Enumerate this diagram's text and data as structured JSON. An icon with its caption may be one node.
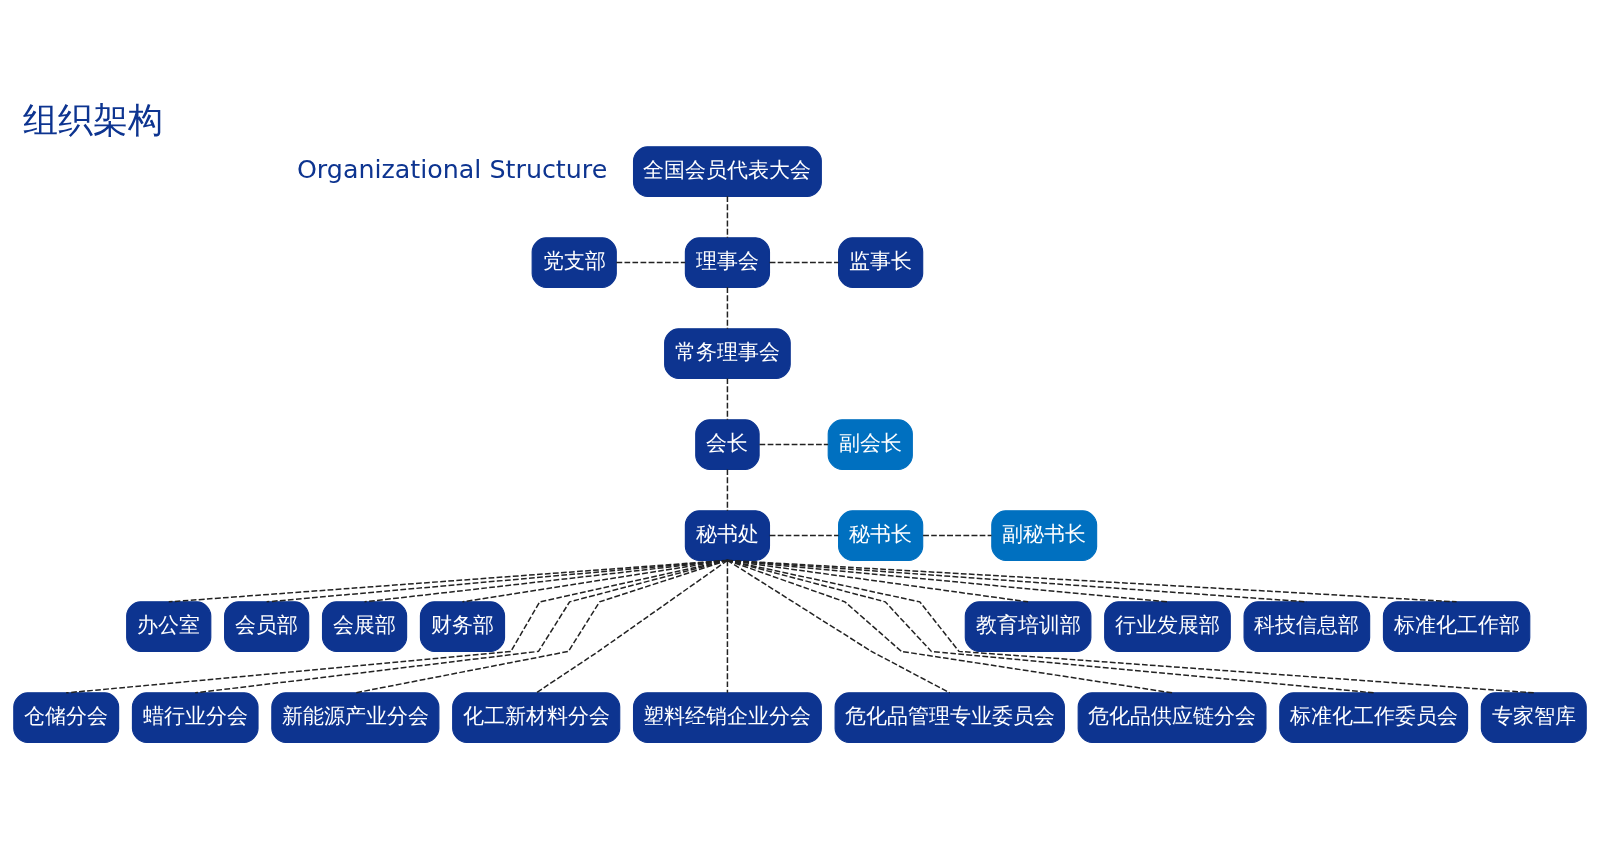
{
  "diagram": {
    "title": "组织架构",
    "nodes": [
      {
        "text": [
          "全国会员代表大会"
        ]
      },
      {
        "text": [
          "党支部"
        ]
      },
      {
        "text": [
          "理事会"
        ]
      },
      {
        "text": [
          "监事长"
        ]
      },
      {
        "text": [
          "常务理事会"
        ]
      },
      {
        "text": [
          "会长"
        ]
      },
      {
        "text": [
          "副会长"
        ]
      },
      {
        "text": [
          "秘书处"
        ]
      },
      {
        "text": [
          "秘书长"
        ]
      },
      {
        "text": [
          "副秘书长"
        ]
      },
      {
        "text": [
          "办公室"
        ]
      },
      {
        "text": [
          "会员部"
        ]
      },
      {
        "text": [
          "会展部"
        ]
      },
      {
        "text": [
          "财务部"
        ]
      },
      {
        "text": [
          "教育培训部"
        ]
      },
      {
        "text": [
          "行业发展部"
        ]
      },
      {
        "text": [
          "科技信息部"
        ]
      },
      {
        "text": [
          "标准化工作部"
        ]
      },
      {
        "text": [
          "仓储分会"
        ]
      },
      {
        "text": [
          "蜡行业分会"
        ]
      },
      {
        "text": [
          "新能源产业分会"
        ]
      },
      {
        "text": [
          "化工新材料分会"
        ]
      },
      {
        "text": [
          "塑料经销企业分会"
        ]
      },
      {
        "text": [
          "危化品管理专业委员会"
        ]
      },
      {
        "text": [
          "危化品供应链分会"
        ]
      },
      {
        "text": [
          "标准化工作委员会"
        ]
      },
      {
        "text": [
          "专家智库"
        ]
      }
    ],
    "edges": [
      {
        "from": 0,
        "to": 2,
        "arrow": "none",
        "style": "dashed"
      },
      {
        "from": 1,
        "to": 2,
        "arrow": "none",
        "style": "dashed"
      },
      {
        "from": 2,
        "to": 3,
        "arrow": "none",
        "style": "dashed"
      },
      {
        "from": 2,
        "to": 4,
        "arrow": "none",
        "style": "dashed"
      },
      {
        "from": 4,
        "to": 5,
        "arrow": "none",
        "style": "dashed"
      },
      {
        "from": 5,
        "to": 6,
        "arrow": "none",
        "style": "dashed"
      },
      {
        "from": 5,
        "to": 7,
        "arrow": "none",
        "style": "dashed"
      },
      {
        "from": 7,
        "to": 8,
        "arrow": "none",
        "style": "dashed"
      },
      {
        "from": 8,
        "to": 9,
        "arrow": "none",
        "style": "dashed"
      },
      {
        "from": 7,
        "to": 10,
        "arrow": "none",
        "style": "dashed"
      },
      {
        "from": 7,
        "to": 11,
        "arrow": "none",
        "style": "dashed"
      },
      {
        "from": 7,
        "to": 12,
        "arrow": "none",
        "style": "dashed"
      },
      {
        "from": 7,
        "to": 13,
        "arrow": "none",
        "style": "dashed"
      },
      {
        "from": 7,
        "to": 18,
        "arrow": "none",
        "style": "dashed"
      },
      {
        "from": 7,
        "to": 19,
        "arrow": "none",
        "style": "dashed"
      },
      {
        "from": 7,
        "to": 20,
        "arrow": "none",
        "style": "dashed"
      },
      {
        "from": 7,
        "to": 21,
        "arrow": "none",
        "style": "dashed"
      },
      {
        "from": 7,
        "to": 22,
        "arrow": "none",
        "style": "dashed"
      },
      {
        "from": 7,
        "to": 23,
        "arrow": "none",
        "style": "dashed"
      },
      {
        "from": 7,
        "to": 24,
        "arrow": "none",
        "style": "dashed"
      },
      {
        "from": 7,
        "to": 25,
        "arrow": "none",
        "style": "dashed"
      },
      {
        "from": 7,
        "to": 26,
        "arrow": "none",
        "style": "dashed"
      },
      {
        "from": 7,
        "to": 14,
        "arrow": "none",
        "style": "dashed"
      },
      {
        "from": 7,
        "to": 15,
        "arrow": "none",
        "style": "dashed"
      },
      {
        "from": 7,
        "to": 16,
        "arrow": "none",
        "style": "dashed"
      },
      {
        "from": 7,
        "to": 17,
        "arrow": "none",
        "style": "dashed"
      }
    ],
    "labels": [
      "Organizational Structure"
    ]
  }
}
